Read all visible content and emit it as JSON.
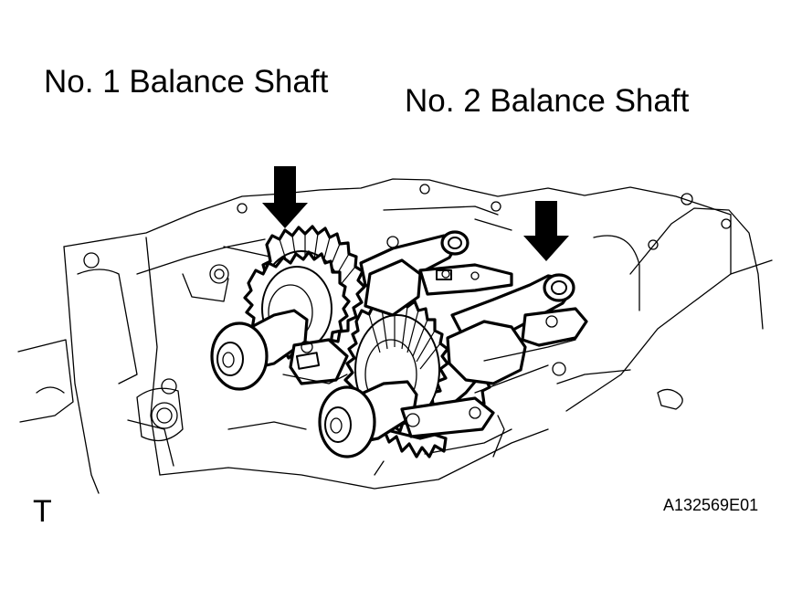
{
  "labels": {
    "shaft1": "No. 1 Balance Shaft",
    "shaft2": "No. 2 Balance Shaft",
    "corner_mark": "T",
    "figure_code": "A132569E01"
  },
  "colors": {
    "ink": "#000000",
    "background": "#ffffff"
  },
  "icons": {
    "arrow1": "down-arrow-icon",
    "arrow2": "down-arrow-icon"
  }
}
